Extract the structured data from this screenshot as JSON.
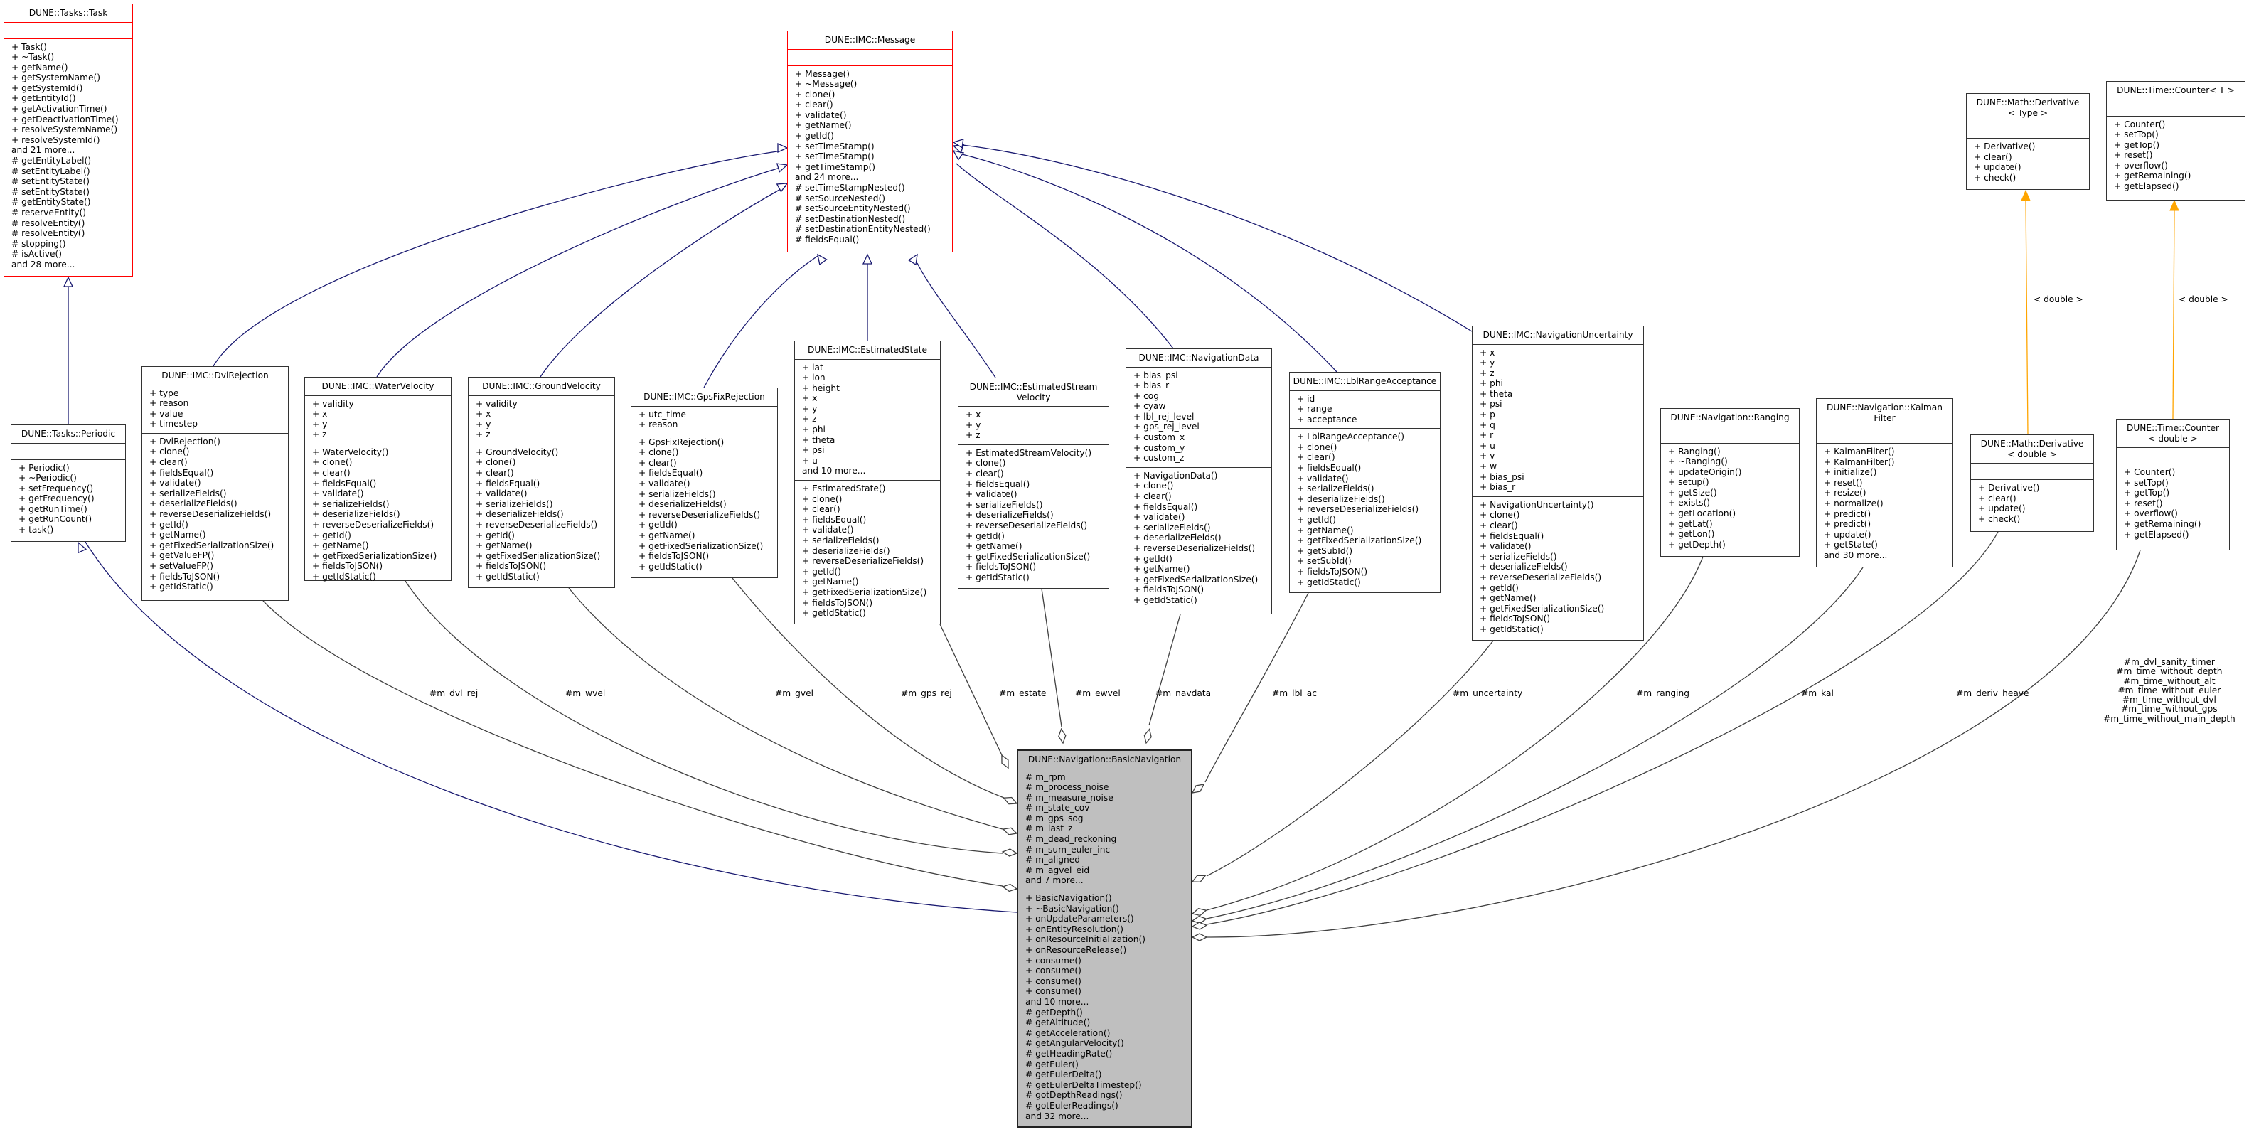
{
  "diagram": {
    "type": "uml-collaboration-diagram",
    "classes": {
      "task": {
        "title": "DUNE::Tasks::Task",
        "attributes": [],
        "methods": [
          "+ Task()",
          "+ ~Task()",
          "+ getName()",
          "+ getSystemName()",
          "+ getSystemId()",
          "+ getEntityId()",
          "+ getActivationTime()",
          "+ getDeactivationTime()",
          "+ resolveSystemName()",
          "+ resolveSystemId()",
          "and 21 more...",
          "# getEntityLabel()",
          "# setEntityLabel()",
          "# setEntityState()",
          "# setEntityState()",
          "# getEntityState()",
          "# reserveEntity()",
          "# resolveEntity()",
          "# resolveEntity()",
          "# stopping()",
          "# isActive()",
          "and 28 more..."
        ]
      },
      "periodic": {
        "title": "DUNE::Tasks::Periodic",
        "attributes": [],
        "methods": [
          "+ Periodic()",
          "+ ~Periodic()",
          "+ setFrequency()",
          "+ getFrequency()",
          "+ getRunTime()",
          "+ getRunCount()",
          "+ task()"
        ]
      },
      "message": {
        "title": "DUNE::IMC::Message",
        "attributes": [],
        "methods": [
          "+ Message()",
          "+ ~Message()",
          "+ clone()",
          "+ clear()",
          "+ validate()",
          "+ getName()",
          "+ getId()",
          "+ setTimeStamp()",
          "+ setTimeStamp()",
          "+ getTimeStamp()",
          "and 24 more...",
          "# setTimeStampNested()",
          "# setSourceNested()",
          "# setSourceEntityNested()",
          "# setDestinationNested()",
          "# setDestinationEntityNested()",
          "# fieldsEqual()"
        ]
      },
      "dvl_rejection": {
        "title": "DUNE::IMC::DvlRejection",
        "attributes": [
          "+ type",
          "+ reason",
          "+ value",
          "+ timestep"
        ],
        "methods": [
          "+ DvlRejection()",
          "+ clone()",
          "+ clear()",
          "+ fieldsEqual()",
          "+ validate()",
          "+ serializeFields()",
          "+ deserializeFields()",
          "+ reverseDeserializeFields()",
          "+ getId()",
          "+ getName()",
          "+ getFixedSerializationSize()",
          "+ getValueFP()",
          "+ setValueFP()",
          "+ fieldsToJSON()",
          "+ getIdStatic()"
        ]
      },
      "water_velocity": {
        "title": "DUNE::IMC::WaterVelocity",
        "attributes": [
          "+ validity",
          "+ x",
          "+ y",
          "+ z"
        ],
        "methods": [
          "+ WaterVelocity()",
          "+ clone()",
          "+ clear()",
          "+ fieldsEqual()",
          "+ validate()",
          "+ serializeFields()",
          "+ deserializeFields()",
          "+ reverseDeserializeFields()",
          "+ getId()",
          "+ getName()",
          "+ getFixedSerializationSize()",
          "+ fieldsToJSON()",
          "+ getIdStatic()"
        ]
      },
      "ground_velocity": {
        "title": "DUNE::IMC::GroundVelocity",
        "attributes": [
          "+ validity",
          "+ x",
          "+ y",
          "+ z"
        ],
        "methods": [
          "+ GroundVelocity()",
          "+ clone()",
          "+ clear()",
          "+ fieldsEqual()",
          "+ validate()",
          "+ serializeFields()",
          "+ deserializeFields()",
          "+ reverseDeserializeFields()",
          "+ getId()",
          "+ getName()",
          "+ getFixedSerializationSize()",
          "+ fieldsToJSON()",
          "+ getIdStatic()"
        ]
      },
      "gps_fix_rejection": {
        "title": "DUNE::IMC::GpsFixRejection",
        "attributes": [
          "+ utc_time",
          "+ reason"
        ],
        "methods": [
          "+ GpsFixRejection()",
          "+ clone()",
          "+ clear()",
          "+ fieldsEqual()",
          "+ validate()",
          "+ serializeFields()",
          "+ deserializeFields()",
          "+ reverseDeserializeFields()",
          "+ getId()",
          "+ getName()",
          "+ getFixedSerializationSize()",
          "+ fieldsToJSON()",
          "+ getIdStatic()"
        ]
      },
      "estimated_state": {
        "title": "DUNE::IMC::EstimatedState",
        "attributes": [
          "+ lat",
          "+ lon",
          "+ height",
          "+ x",
          "+ y",
          "+ z",
          "+ phi",
          "+ theta",
          "+ psi",
          "+ u",
          "and 10 more..."
        ],
        "methods": [
          "+ EstimatedState()",
          "+ clone()",
          "+ clear()",
          "+ fieldsEqual()",
          "+ validate()",
          "+ serializeFields()",
          "+ deserializeFields()",
          "+ reverseDeserializeFields()",
          "+ getId()",
          "+ getName()",
          "+ getFixedSerializationSize()",
          "+ fieldsToJSON()",
          "+ getIdStatic()"
        ]
      },
      "estimated_stream_velocity": {
        "title": "DUNE::IMC::EstimatedStream\nVelocity",
        "attributes": [
          "+ x",
          "+ y",
          "+ z"
        ],
        "methods": [
          "+ EstimatedStreamVelocity()",
          "+ clone()",
          "+ clear()",
          "+ fieldsEqual()",
          "+ validate()",
          "+ serializeFields()",
          "+ deserializeFields()",
          "+ reverseDeserializeFields()",
          "+ getId()",
          "+ getName()",
          "+ getFixedSerializationSize()",
          "+ fieldsToJSON()",
          "+ getIdStatic()"
        ]
      },
      "navigation_data": {
        "title": "DUNE::IMC::NavigationData",
        "attributes": [
          "+ bias_psi",
          "+ bias_r",
          "+ cog",
          "+ cyaw",
          "+ lbl_rej_level",
          "+ gps_rej_level",
          "+ custom_x",
          "+ custom_y",
          "+ custom_z"
        ],
        "methods": [
          "+ NavigationData()",
          "+ clone()",
          "+ clear()",
          "+ fieldsEqual()",
          "+ validate()",
          "+ serializeFields()",
          "+ deserializeFields()",
          "+ reverseDeserializeFields()",
          "+ getId()",
          "+ getName()",
          "+ getFixedSerializationSize()",
          "+ fieldsToJSON()",
          "+ getIdStatic()"
        ]
      },
      "lbl_range_acceptance": {
        "title": "DUNE::IMC::LblRangeAcceptance",
        "attributes": [
          "+ id",
          "+ range",
          "+ acceptance"
        ],
        "methods": [
          "+ LblRangeAcceptance()",
          "+ clone()",
          "+ clear()",
          "+ fieldsEqual()",
          "+ validate()",
          "+ serializeFields()",
          "+ deserializeFields()",
          "+ reverseDeserializeFields()",
          "+ getId()",
          "+ getName()",
          "+ getFixedSerializationSize()",
          "+ getSubId()",
          "+ setSubId()",
          "+ fieldsToJSON()",
          "+ getIdStatic()"
        ]
      },
      "navigation_uncertainty": {
        "title": "DUNE::IMC::NavigationUncertainty",
        "attributes": [
          "+ x",
          "+ y",
          "+ z",
          "+ phi",
          "+ theta",
          "+ psi",
          "+ p",
          "+ q",
          "+ r",
          "+ u",
          "+ v",
          "+ w",
          "+ bias_psi",
          "+ bias_r"
        ],
        "methods": [
          "+ NavigationUncertainty()",
          "+ clone()",
          "+ clear()",
          "+ fieldsEqual()",
          "+ validate()",
          "+ serializeFields()",
          "+ deserializeFields()",
          "+ reverseDeserializeFields()",
          "+ getId()",
          "+ getName()",
          "+ getFixedSerializationSize()",
          "+ fieldsToJSON()",
          "+ getIdStatic()"
        ]
      },
      "ranging": {
        "title": "DUNE::Navigation::Ranging",
        "attributes": [],
        "methods": [
          "+ Ranging()",
          "+ ~Ranging()",
          "+ updateOrigin()",
          "+ setup()",
          "+ getSize()",
          "+ exists()",
          "+ getLocation()",
          "+ getLat()",
          "+ getLon()",
          "+ getDepth()"
        ]
      },
      "kalman_filter": {
        "title": "DUNE::Navigation::Kalman\nFilter",
        "attributes": [],
        "methods": [
          "+ KalmanFilter()",
          "+ KalmanFilter()",
          "+ initialize()",
          "+ reset()",
          "+ resize()",
          "+ normalize()",
          "+ predict()",
          "+ predict()",
          "+ update()",
          "+ getState()",
          "and 30 more..."
        ]
      },
      "derivative_template": {
        "title": "DUNE::Math::Derivative\n< Type >",
        "attributes": [],
        "methods": [
          "+ Derivative()",
          "+ clear()",
          "+ update()",
          "+ check()"
        ]
      },
      "counter_template": {
        "title": "DUNE::Time::Counter< T >",
        "attributes": [],
        "methods": [
          "+ Counter()",
          "+ setTop()",
          "+ getTop()",
          "+ reset()",
          "+ overflow()",
          "+ getRemaining()",
          "+ getElapsed()"
        ]
      },
      "derivative_double": {
        "title": "DUNE::Math::Derivative\n< double >",
        "attributes": [],
        "methods": [
          "+ Derivative()",
          "+ clear()",
          "+ update()",
          "+ check()"
        ]
      },
      "counter_double": {
        "title": "DUNE::Time::Counter\n< double >",
        "attributes": [],
        "methods": [
          "+ Counter()",
          "+ setTop()",
          "+ getTop()",
          "+ reset()",
          "+ overflow()",
          "+ getRemaining()",
          "+ getElapsed()"
        ]
      },
      "basic_navigation": {
        "title": "DUNE::Navigation::BasicNavigation",
        "attributes": [
          "# m_rpm",
          "# m_process_noise",
          "# m_measure_noise",
          "# m_state_cov",
          "# m_gps_sog",
          "# m_last_z",
          "# m_dead_reckoning",
          "# m_sum_euler_inc",
          "# m_aligned",
          "# m_agvel_eid",
          "and 7 more..."
        ],
        "methods": [
          "+ BasicNavigation()",
          "+ ~BasicNavigation()",
          "+ onUpdateParameters()",
          "+ onEntityResolution()",
          "+ onResourceInitialization()",
          "+ onResourceRelease()",
          "+ consume()",
          "+ consume()",
          "+ consume()",
          "+ consume()",
          "and 10 more...",
          "# getDepth()",
          "# getAltitude()",
          "# getAcceleration()",
          "# getAngularVelocity()",
          "# getHeadingRate()",
          "# getEuler()",
          "# getEulerDelta()",
          "# getEulerDeltaTimestep()",
          "# gotDepthReadings()",
          "# gotEulerReadings()",
          "and 32 more..."
        ]
      }
    },
    "edge_labels": {
      "dvl_rej": "#m_dvl_rej",
      "wvel": "#m_wvel",
      "gvel": "#m_gvel",
      "gps_rej": "#m_gps_rej",
      "estate": "#m_estate",
      "ewvel": "#m_ewvel",
      "navdata": "#m_navdata",
      "lbl_ac": "#m_lbl_ac",
      "uncertainty": "#m_uncertainty",
      "ranging": "#m_ranging",
      "kal": "#m_kal",
      "deriv_heave": "#m_deriv_heave",
      "timers": "#m_dvl_sanity_timer\n#m_time_without_depth\n#m_time_without_alt\n#m_time_without_euler\n#m_time_without_dvl\n#m_time_without_gps\n#m_time_without_main_depth",
      "template_derivative": "< double >",
      "template_counter": "< double >"
    },
    "colors": {
      "inheritance": "#191970",
      "usage": "#404040",
      "template": "#ffa500",
      "highlight_border": "#ff0000",
      "focus_fill": "#bfbfbf"
    }
  }
}
